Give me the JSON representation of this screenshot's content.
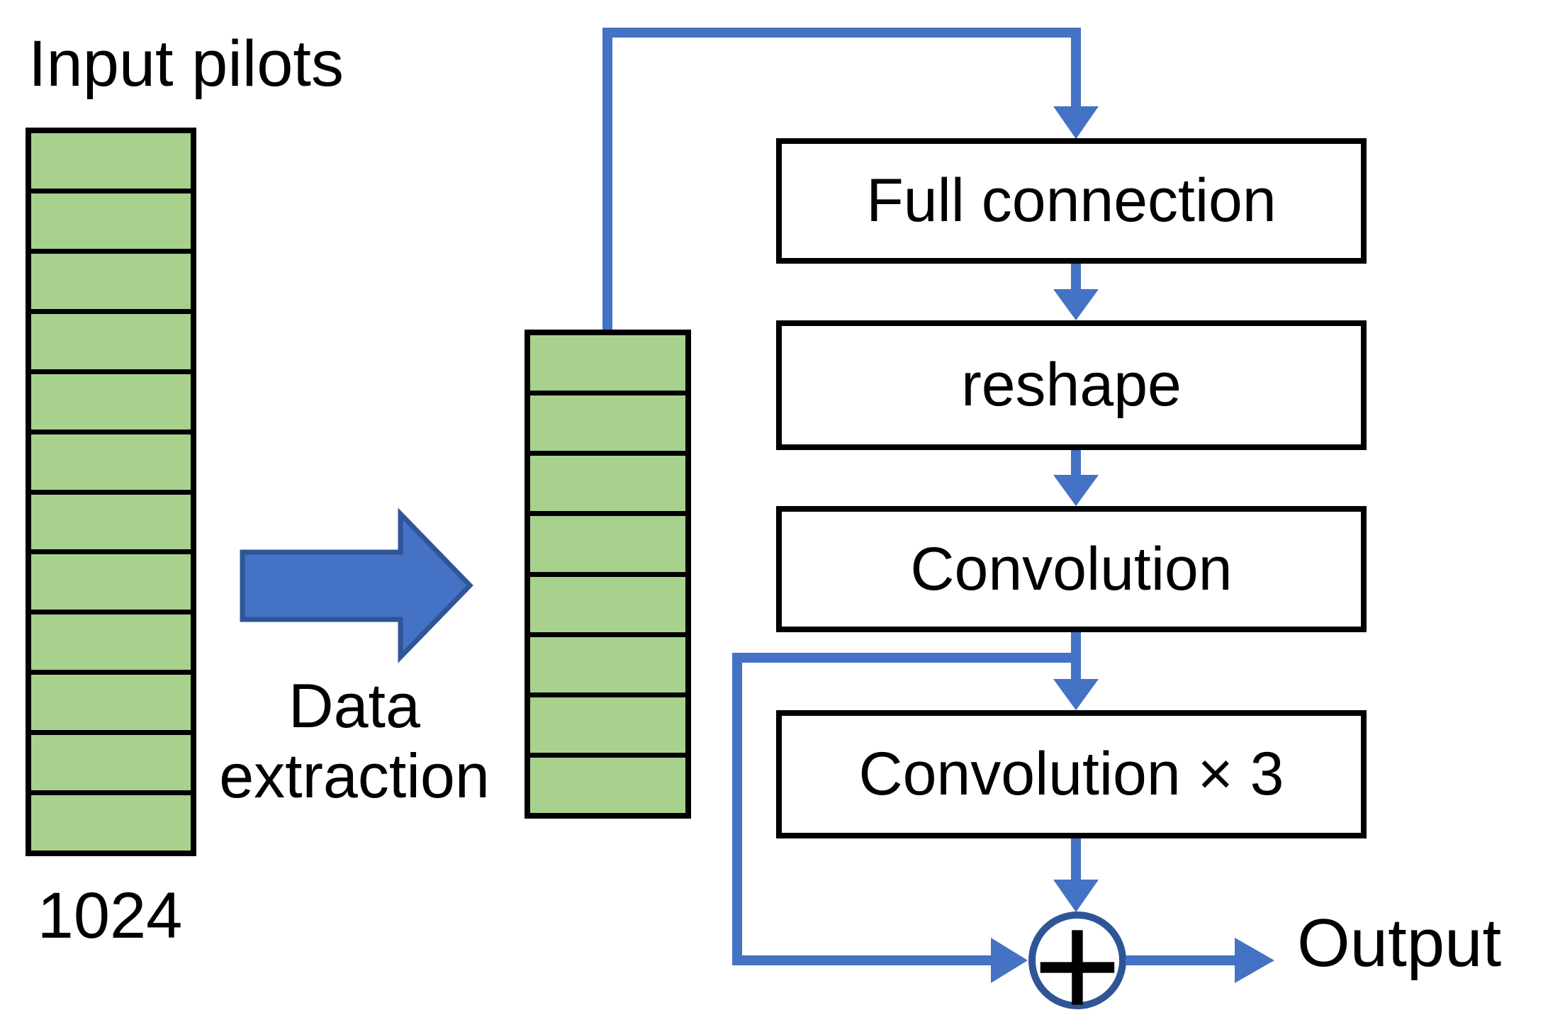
{
  "diagram": {
    "input": {
      "label": "Input pilots",
      "size_label": "1024",
      "cells": 12
    },
    "extraction": {
      "label_line1": "Data",
      "label_line2": "extraction"
    },
    "extracted_stack": {
      "cells": 8
    },
    "boxes": [
      {
        "label": "Full connection"
      },
      {
        "label": "reshape"
      },
      {
        "label": "Convolution"
      },
      {
        "label": "Convolution × 3"
      }
    ],
    "adder": {
      "symbol": "+"
    },
    "output": {
      "label": "Output"
    },
    "colors": {
      "cell_green": "#A9D18E",
      "arrow_blue": "#4472C4",
      "arrow_outline_dark": "#2F5597",
      "adder_ring": "#2F5597",
      "ink": "#000000"
    }
  }
}
